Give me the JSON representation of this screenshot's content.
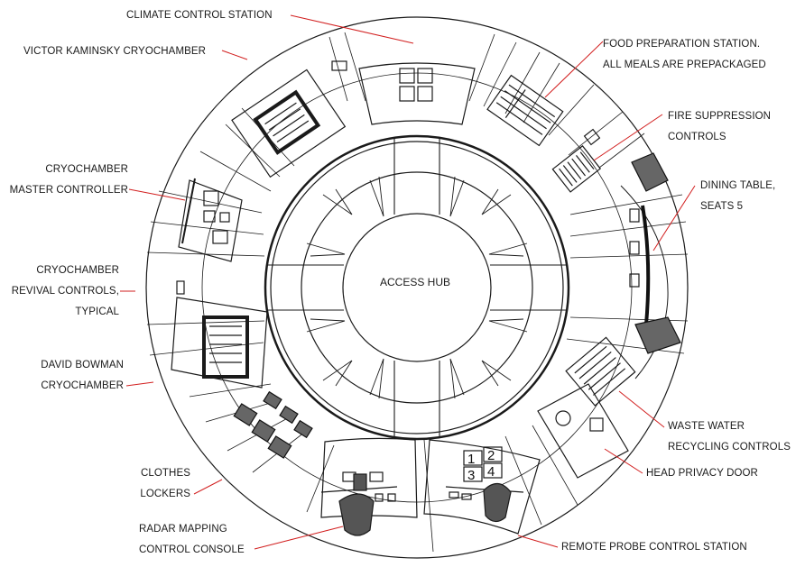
{
  "labels": {
    "climate": "CLIMATE CONTROL STATION",
    "kaminsky": "VICTOR KAMINSKY CRYOCHAMBER",
    "food_1": "FOOD PREPARATION STATION.",
    "food_2": "ALL MEALS ARE PREPACKAGED",
    "fire_1": "FIRE SUPPRESSION",
    "fire_2": "CONTROLS",
    "cryo_master_1": "CRYOCHAMBER",
    "cryo_master_2": "MASTER CONTROLLER",
    "dining_1": "DINING TABLE,",
    "dining_2": "SEATS 5",
    "revival_1": "CRYOCHAMBER",
    "revival_2": "REVIVAL CONTROLS,",
    "revival_3": "TYPICAL",
    "hub": "ACCESS HUB",
    "bowman_1": "DAVID BOWMAN",
    "bowman_2": "CRYOCHAMBER",
    "waste_1": "WASTE WATER",
    "waste_2": "RECYCLING CONTROLS",
    "head": "HEAD PRIVACY DOOR",
    "lockers_1": "CLOTHES",
    "lockers_2": "LOCKERS",
    "radar_1": "RADAR MAPPING",
    "radar_2": "CONTROL CONSOLE",
    "probe": "REMOTE PROBE CONTROL STATION"
  },
  "probe_keys": [
    "1",
    "2",
    "3",
    "4"
  ],
  "colors": {
    "leader": "#d21f1f",
    "ink": "#1a1a1a",
    "shade": "#555555"
  }
}
